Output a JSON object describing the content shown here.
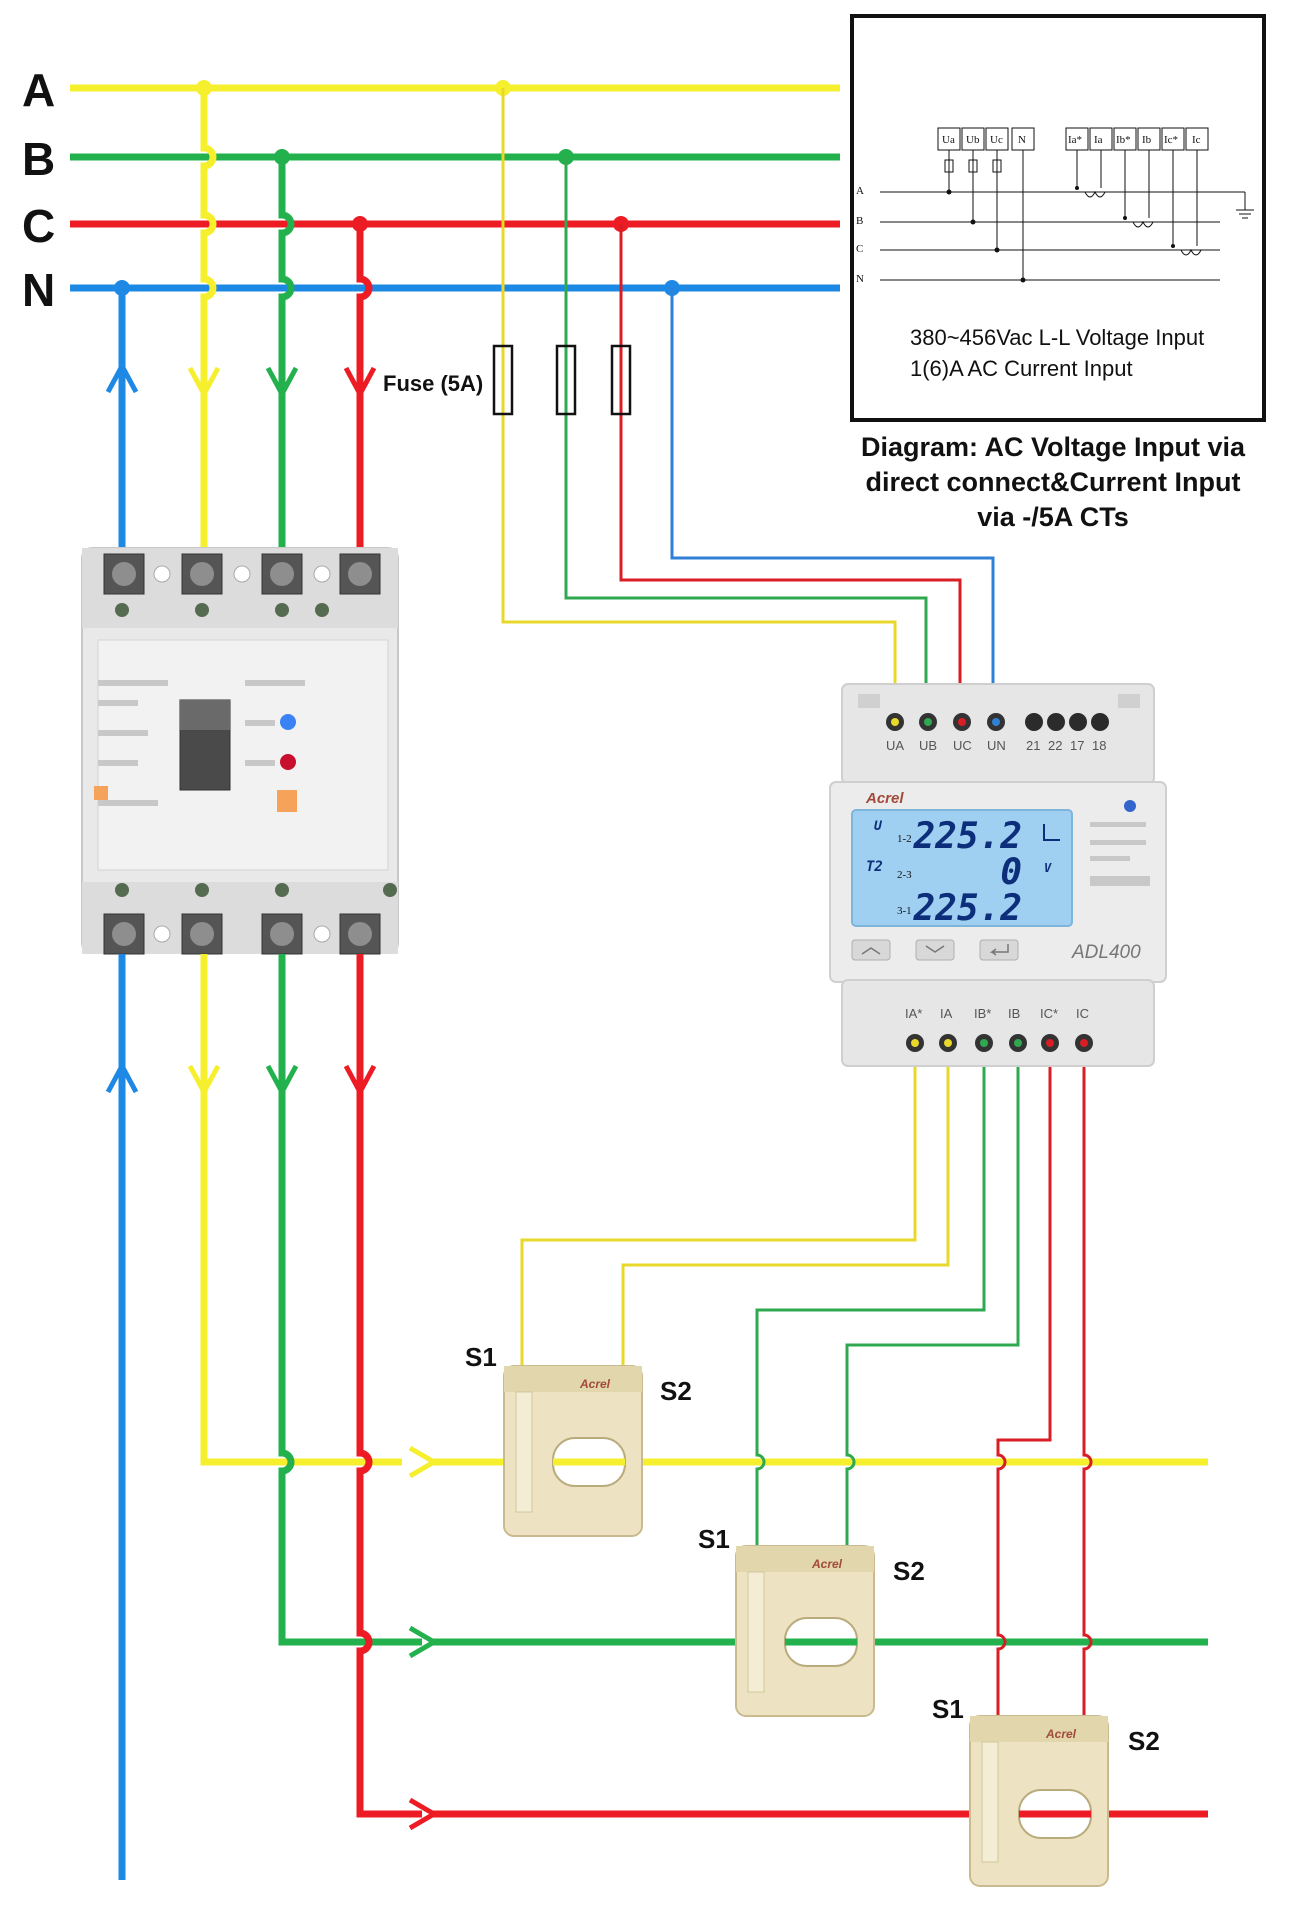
{
  "bus_labels": {
    "a": "A",
    "b": "B",
    "c": "C",
    "n": "N"
  },
  "fuse_label": "Fuse (5A)",
  "inset": {
    "terminals_voltage": [
      "Ua",
      "Ub",
      "Uc",
      "N"
    ],
    "terminals_current": [
      "Ia*",
      "Ia",
      "Ib*",
      "Ib",
      "Ic*",
      "Ic"
    ],
    "line_labels": [
      "A",
      "B",
      "C",
      "N"
    ],
    "spec_line_1": "380~456Vac L-L Voltage Input",
    "spec_line_2": "1(6)A AC Current Input"
  },
  "caption": {
    "line1": "Diagram: AC Voltage Input via",
    "line2": "direct connect&Current Input",
    "line3": "via -/5A CTs"
  },
  "meter": {
    "brand": "Acrel",
    "model": "ADL400",
    "top_terminals": [
      "UA",
      "UB",
      "UC",
      "UN",
      "21",
      "22",
      "17",
      "18"
    ],
    "bottom_terminals": [
      "IA*",
      "IA",
      "IB*",
      "IB",
      "IC*",
      "IC"
    ],
    "lcd": {
      "mode": "U",
      "tariff": "T2",
      "row_labels": [
        "1-2",
        "2-3",
        "3-1"
      ],
      "row_values": [
        "225.2",
        "0",
        "225.2"
      ],
      "unit": "V"
    }
  },
  "ct_labels": {
    "s1": "S1",
    "s2": "S2"
  },
  "colors": {
    "phase_a": "#f5ef2e",
    "phase_b": "#22b14c",
    "phase_c": "#ed1c24",
    "neutral": "#1e88e5",
    "thin_a": "#e8d829",
    "thin_b": "#2fa84f",
    "thin_c": "#d81d24",
    "thin_n": "#2f80d6"
  }
}
